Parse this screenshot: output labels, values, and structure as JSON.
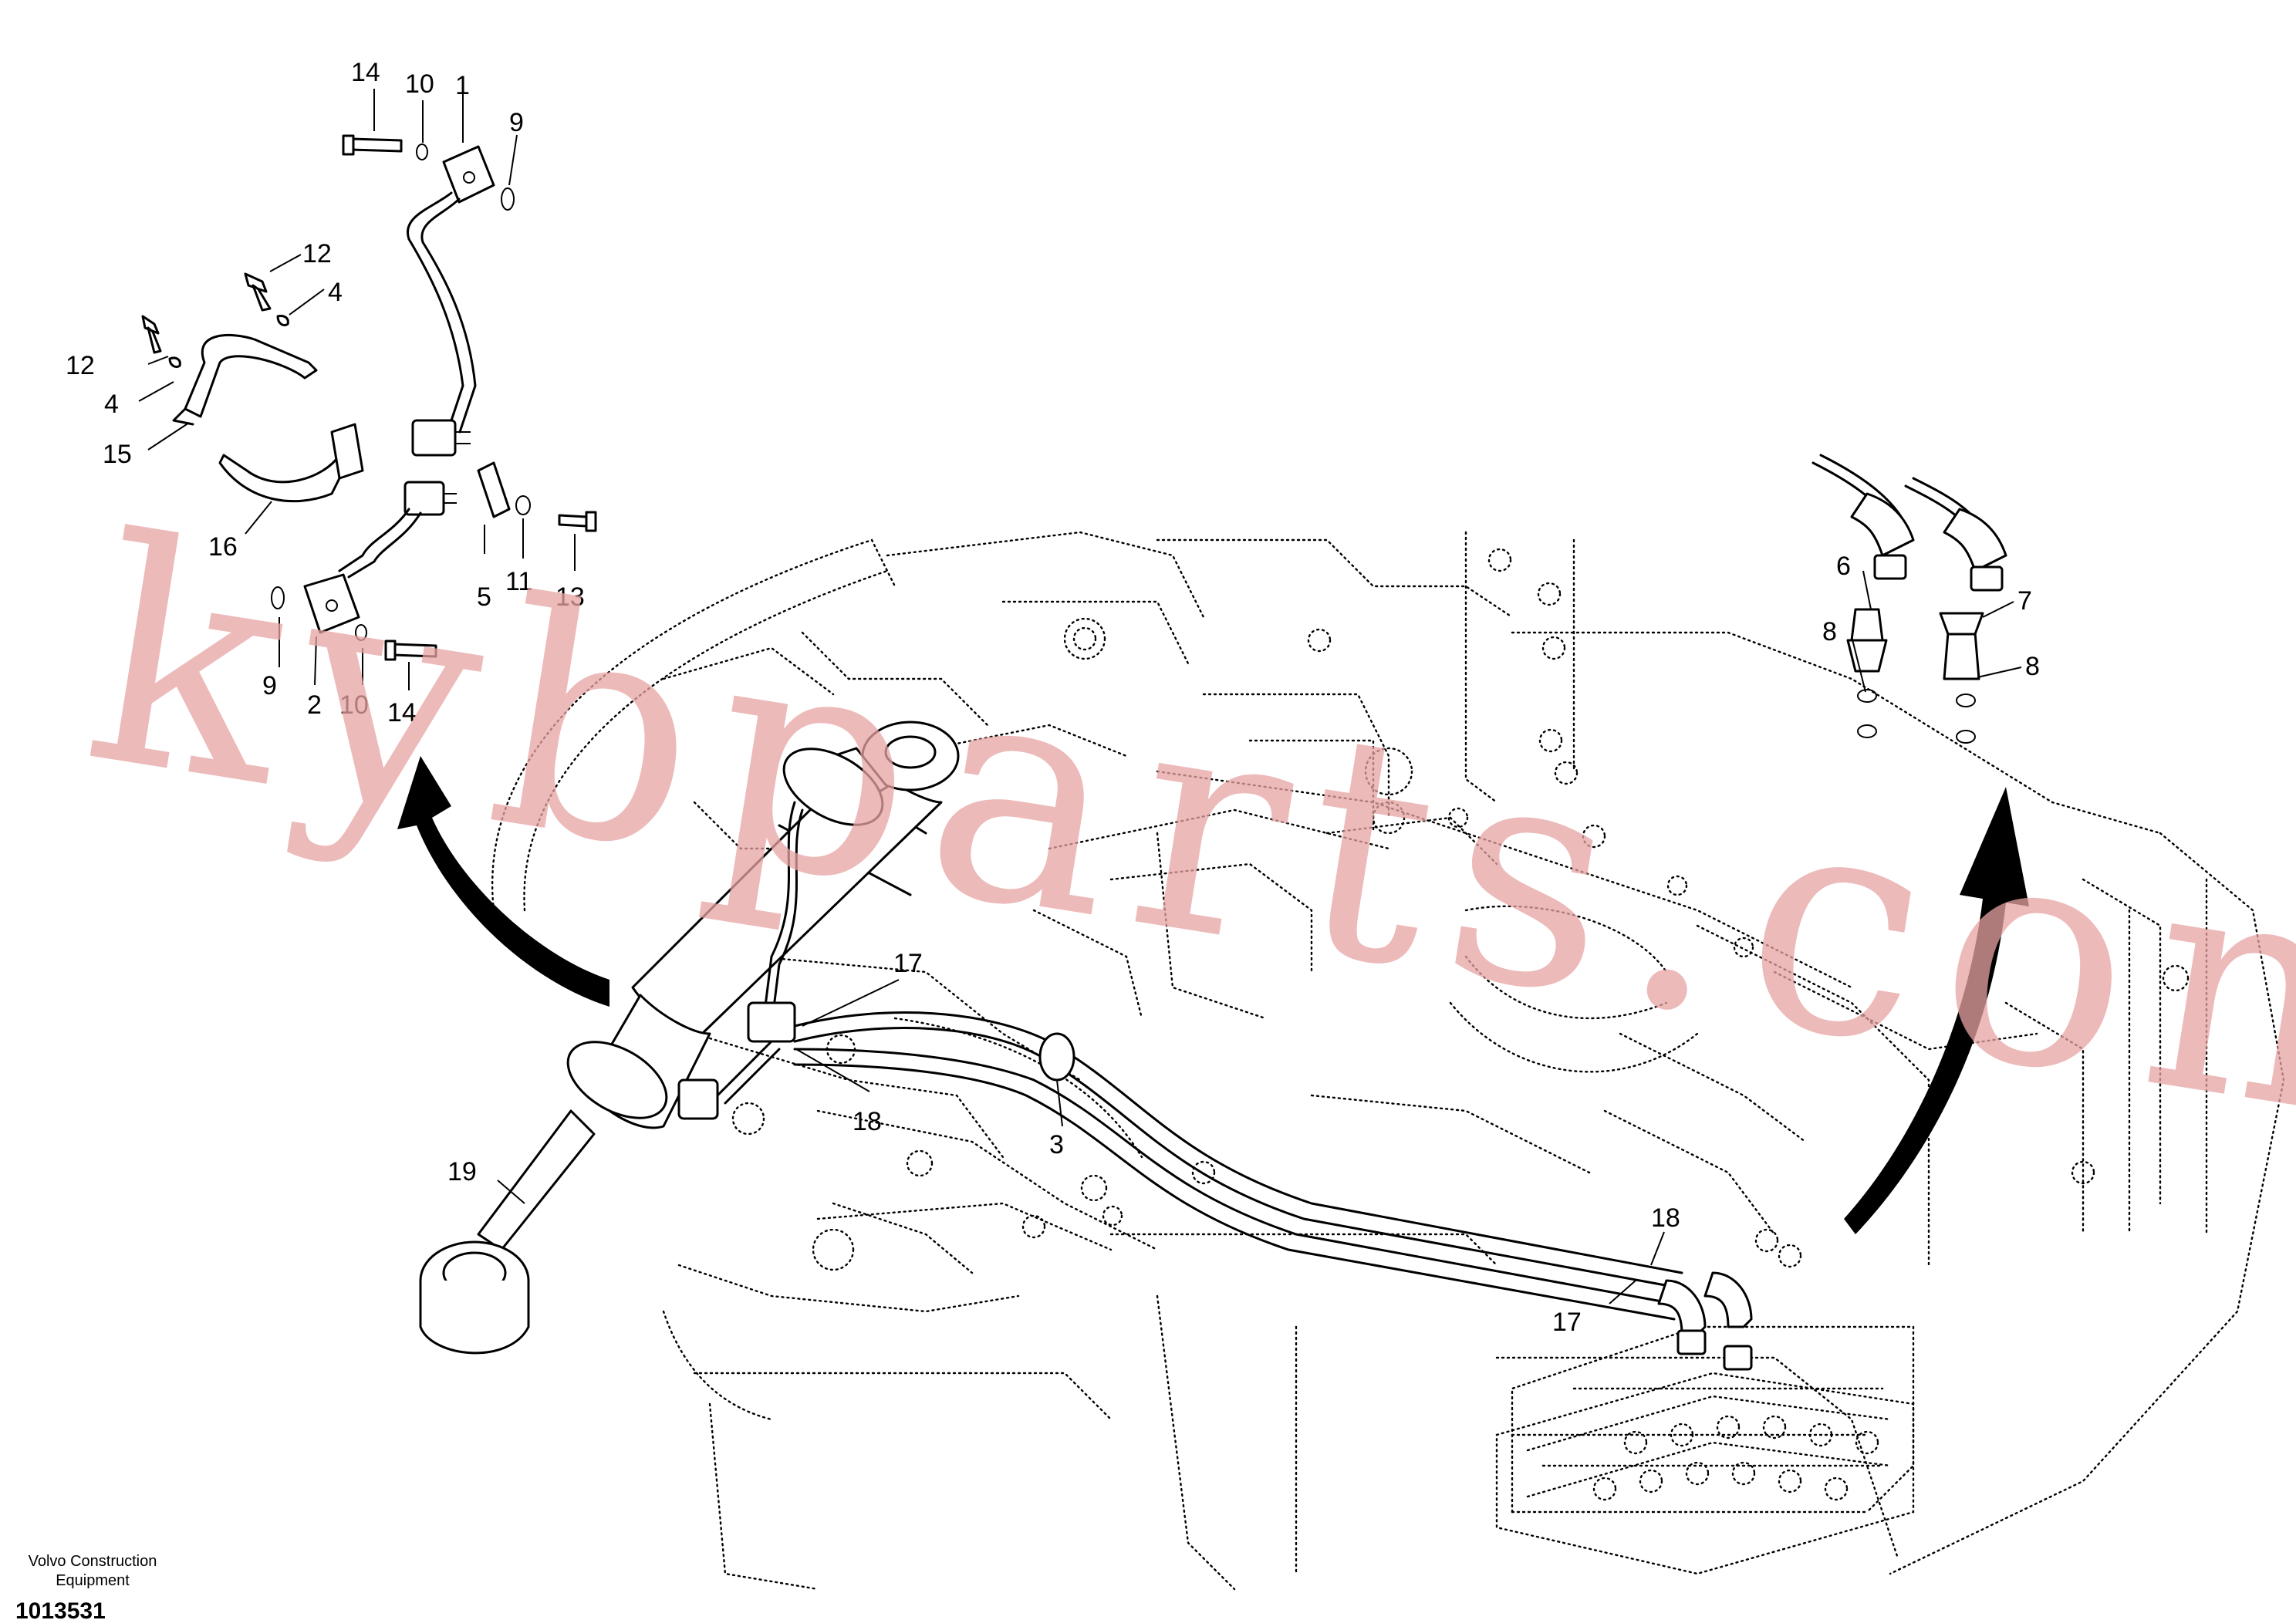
{
  "footer": {
    "brand_line1": "Volvo Construction",
    "brand_line2": "Equipment",
    "drawing_number": "1013531"
  },
  "watermark": "kybparts.com",
  "callouts": {
    "c1": "1",
    "c2": "2",
    "c3": "3",
    "c4a": "4",
    "c4b": "4",
    "c5": "5",
    "c6": "6",
    "c7": "7",
    "c8a": "8",
    "c8b": "8",
    "c9a": "9",
    "c9b": "9",
    "c10a": "10",
    "c10b": "10",
    "c11": "11",
    "c12a": "12",
    "c12b": "12",
    "c13": "13",
    "c14a": "14",
    "c14b": "14",
    "c15": "15",
    "c16": "16",
    "c17a": "17",
    "c17b": "17",
    "c18a": "18",
    "c18b": "18",
    "c19": "19"
  }
}
